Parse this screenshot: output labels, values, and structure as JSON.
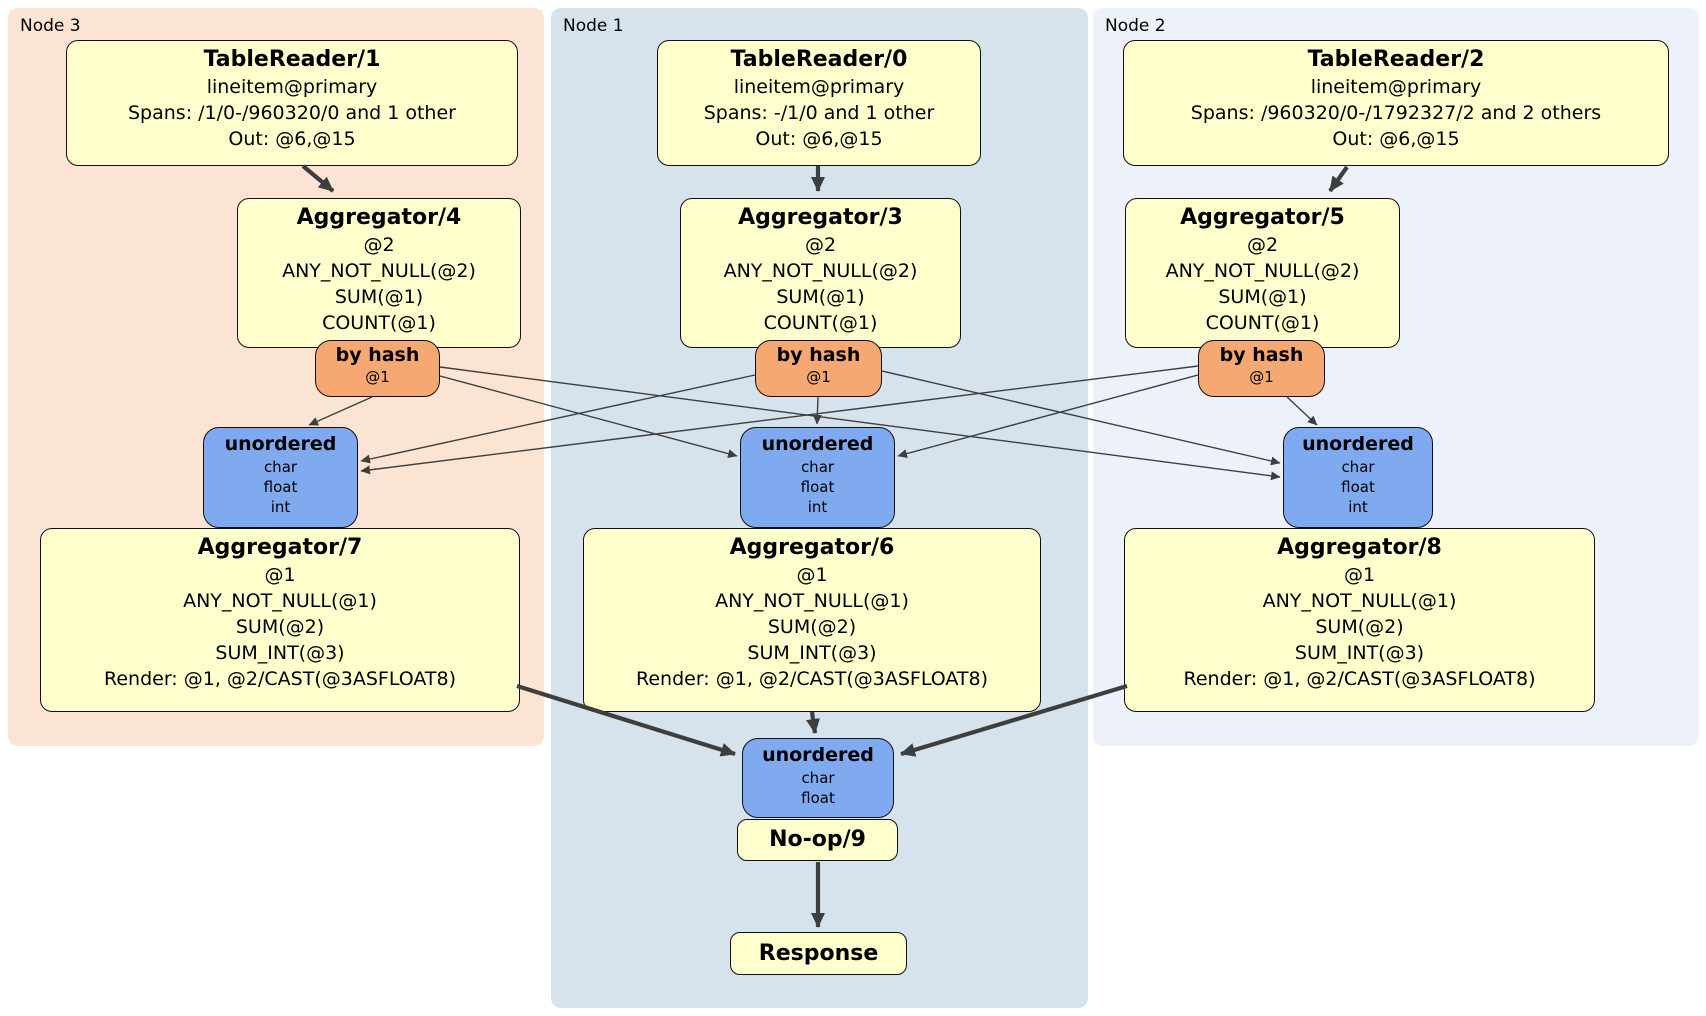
{
  "regions": [
    {
      "label": "Node 3",
      "table_reader": {
        "title": "TableReader/1",
        "lines": [
          "lineitem@primary",
          "Spans: /1/0-/960320/0 and 1 other",
          "Out: @6,@15"
        ]
      },
      "aggregator": {
        "title": "Aggregator/4",
        "lines": [
          "@2",
          "ANY_NOT_NULL(@2)",
          "SUM(@1)",
          "COUNT(@1)"
        ]
      },
      "router": {
        "title": "by hash",
        "detail": "@1"
      },
      "sync": {
        "title": "unordered",
        "lines": [
          "char",
          "float",
          "int"
        ]
      },
      "aggregator2": {
        "title": "Aggregator/7",
        "lines": [
          "@1",
          "ANY_NOT_NULL(@1)",
          "SUM(@2)",
          "SUM_INT(@3)",
          "Render: @1, @2/CAST(@3ASFLOAT8)"
        ]
      }
    },
    {
      "label": "Node 1",
      "table_reader": {
        "title": "TableReader/0",
        "lines": [
          "lineitem@primary",
          "Spans: -/1/0 and 1 other",
          "Out: @6,@15"
        ]
      },
      "aggregator": {
        "title": "Aggregator/3",
        "lines": [
          "@2",
          "ANY_NOT_NULL(@2)",
          "SUM(@1)",
          "COUNT(@1)"
        ]
      },
      "router": {
        "title": "by hash",
        "detail": "@1"
      },
      "sync": {
        "title": "unordered",
        "lines": [
          "char",
          "float",
          "int"
        ]
      },
      "aggregator2": {
        "title": "Aggregator/6",
        "lines": [
          "@1",
          "ANY_NOT_NULL(@1)",
          "SUM(@2)",
          "SUM_INT(@3)",
          "Render: @1, @2/CAST(@3ASFLOAT8)"
        ]
      }
    },
    {
      "label": "Node 2",
      "table_reader": {
        "title": "TableReader/2",
        "lines": [
          "lineitem@primary",
          "Spans: /960320/0-/1792327/2 and 2 others",
          "Out: @6,@15"
        ]
      },
      "aggregator": {
        "title": "Aggregator/5",
        "lines": [
          "@2",
          "ANY_NOT_NULL(@2)",
          "SUM(@1)",
          "COUNT(@1)"
        ]
      },
      "router": {
        "title": "by hash",
        "detail": "@1"
      },
      "sync": {
        "title": "unordered",
        "lines": [
          "char",
          "float",
          "int"
        ]
      },
      "aggregator2": {
        "title": "Aggregator/8",
        "lines": [
          "@1",
          "ANY_NOT_NULL(@1)",
          "SUM(@2)",
          "SUM_INT(@3)",
          "Render: @1, @2/CAST(@3ASFLOAT8)"
        ]
      }
    }
  ],
  "final": {
    "sync": {
      "title": "unordered",
      "lines": [
        "char",
        "float"
      ]
    },
    "noop": {
      "title": "No-op/9"
    },
    "response": {
      "title": "Response"
    }
  },
  "colors": {
    "node3_bg": "#fce4d4",
    "node1_bg": "#d6e2ec",
    "node2_bg": "#edf1fa",
    "processor_fill": "#ffffcd",
    "router_fill": "#f5a871",
    "sync_fill": "#7faaf0",
    "edge_color": "#3e3e3e"
  }
}
